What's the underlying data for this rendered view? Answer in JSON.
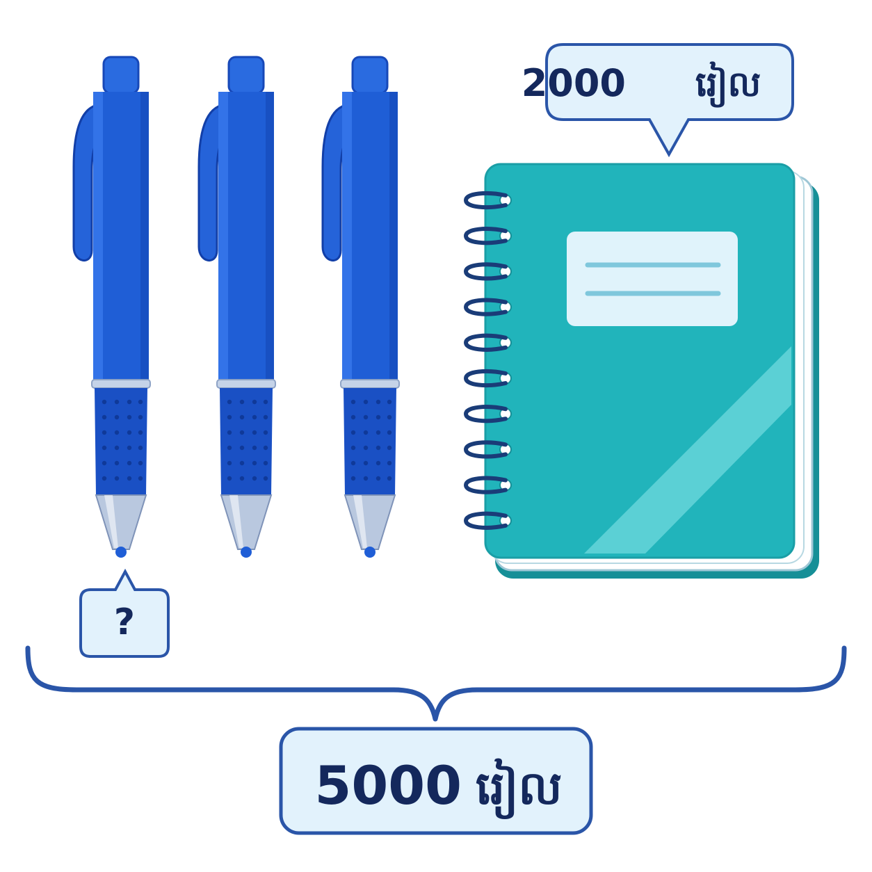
{
  "notebook_price": {
    "value": "2000",
    "unit": "រៀល"
  },
  "pen_price": {
    "value": "?"
  },
  "total_price": {
    "value": "5000",
    "unit": "រៀល"
  },
  "items": {
    "pen_count": 3,
    "notebook_count": 1
  },
  "colors": {
    "pen_body": "#1f5ed6",
    "pen_dark": "#123fa8",
    "notebook_cover": "#21b4bb",
    "notebook_edge": "#168f97",
    "label_border": "#2a55a8",
    "label_fill": "#e2f2fc",
    "label_text": "#14285c",
    "ring": "#1a3c78"
  }
}
